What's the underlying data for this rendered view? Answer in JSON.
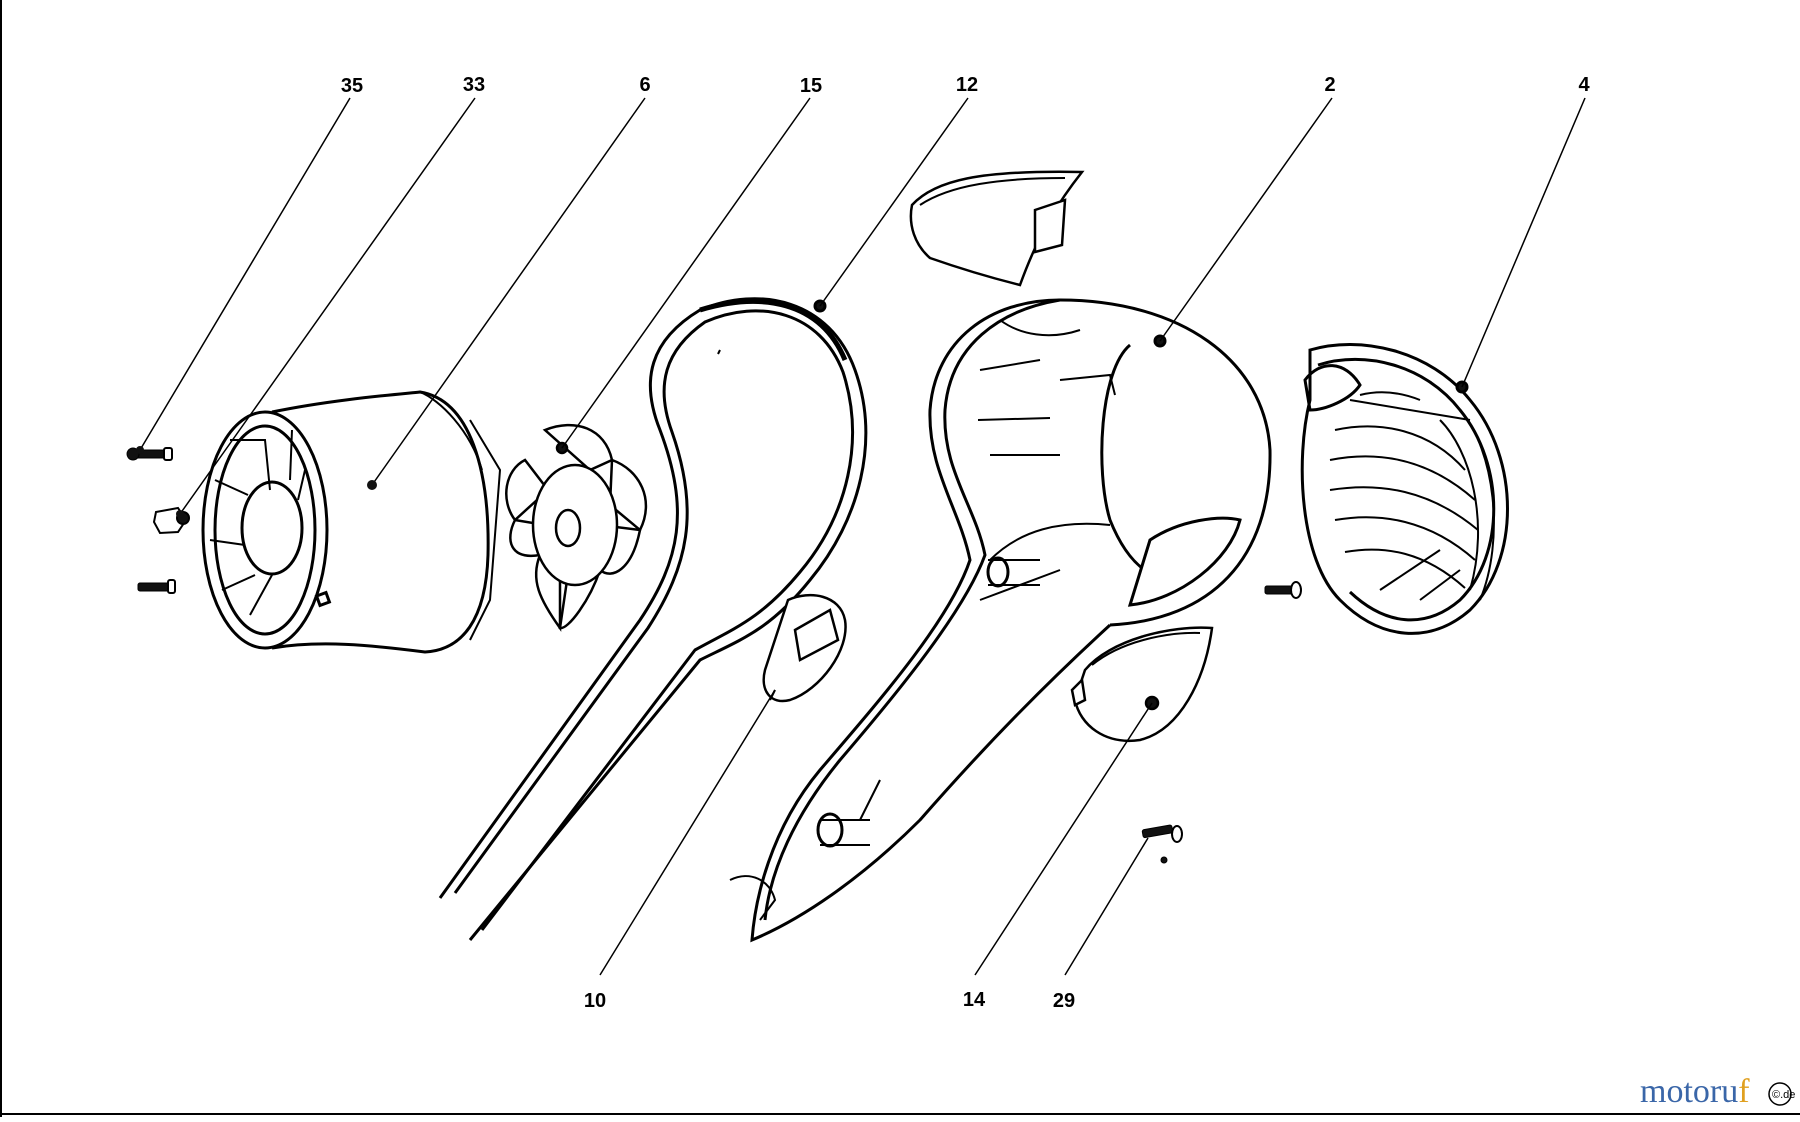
{
  "diagram": {
    "callouts": [
      {
        "id": "35",
        "text": "35"
      },
      {
        "id": "33",
        "text": "33"
      },
      {
        "id": "6",
        "text": "6"
      },
      {
        "id": "15",
        "text": "15"
      },
      {
        "id": "12",
        "text": "12"
      },
      {
        "id": "2",
        "text": "2"
      },
      {
        "id": "4",
        "text": "4"
      },
      {
        "id": "10",
        "text": "10"
      },
      {
        "id": "14",
        "text": "14"
      },
      {
        "id": "29",
        "text": "29"
      }
    ],
    "parts": [
      "screw-35",
      "nut-33",
      "screw",
      "fan-housing",
      "fan-blade",
      "housing-half-left",
      "switch",
      "top-cover",
      "housing-half-right",
      "side-cover",
      "screw-29",
      "rear-grille",
      "screw-right"
    ]
  },
  "watermark": {
    "logo_part1": "motoru",
    "logo_part2": "f",
    "copyright": "©.de",
    "colors": {
      "blue": "#3a66a8",
      "purple": "#9a4f8c",
      "orange": "#e0a020"
    }
  },
  "colors": {
    "line": "#000000",
    "background": "#ffffff"
  }
}
